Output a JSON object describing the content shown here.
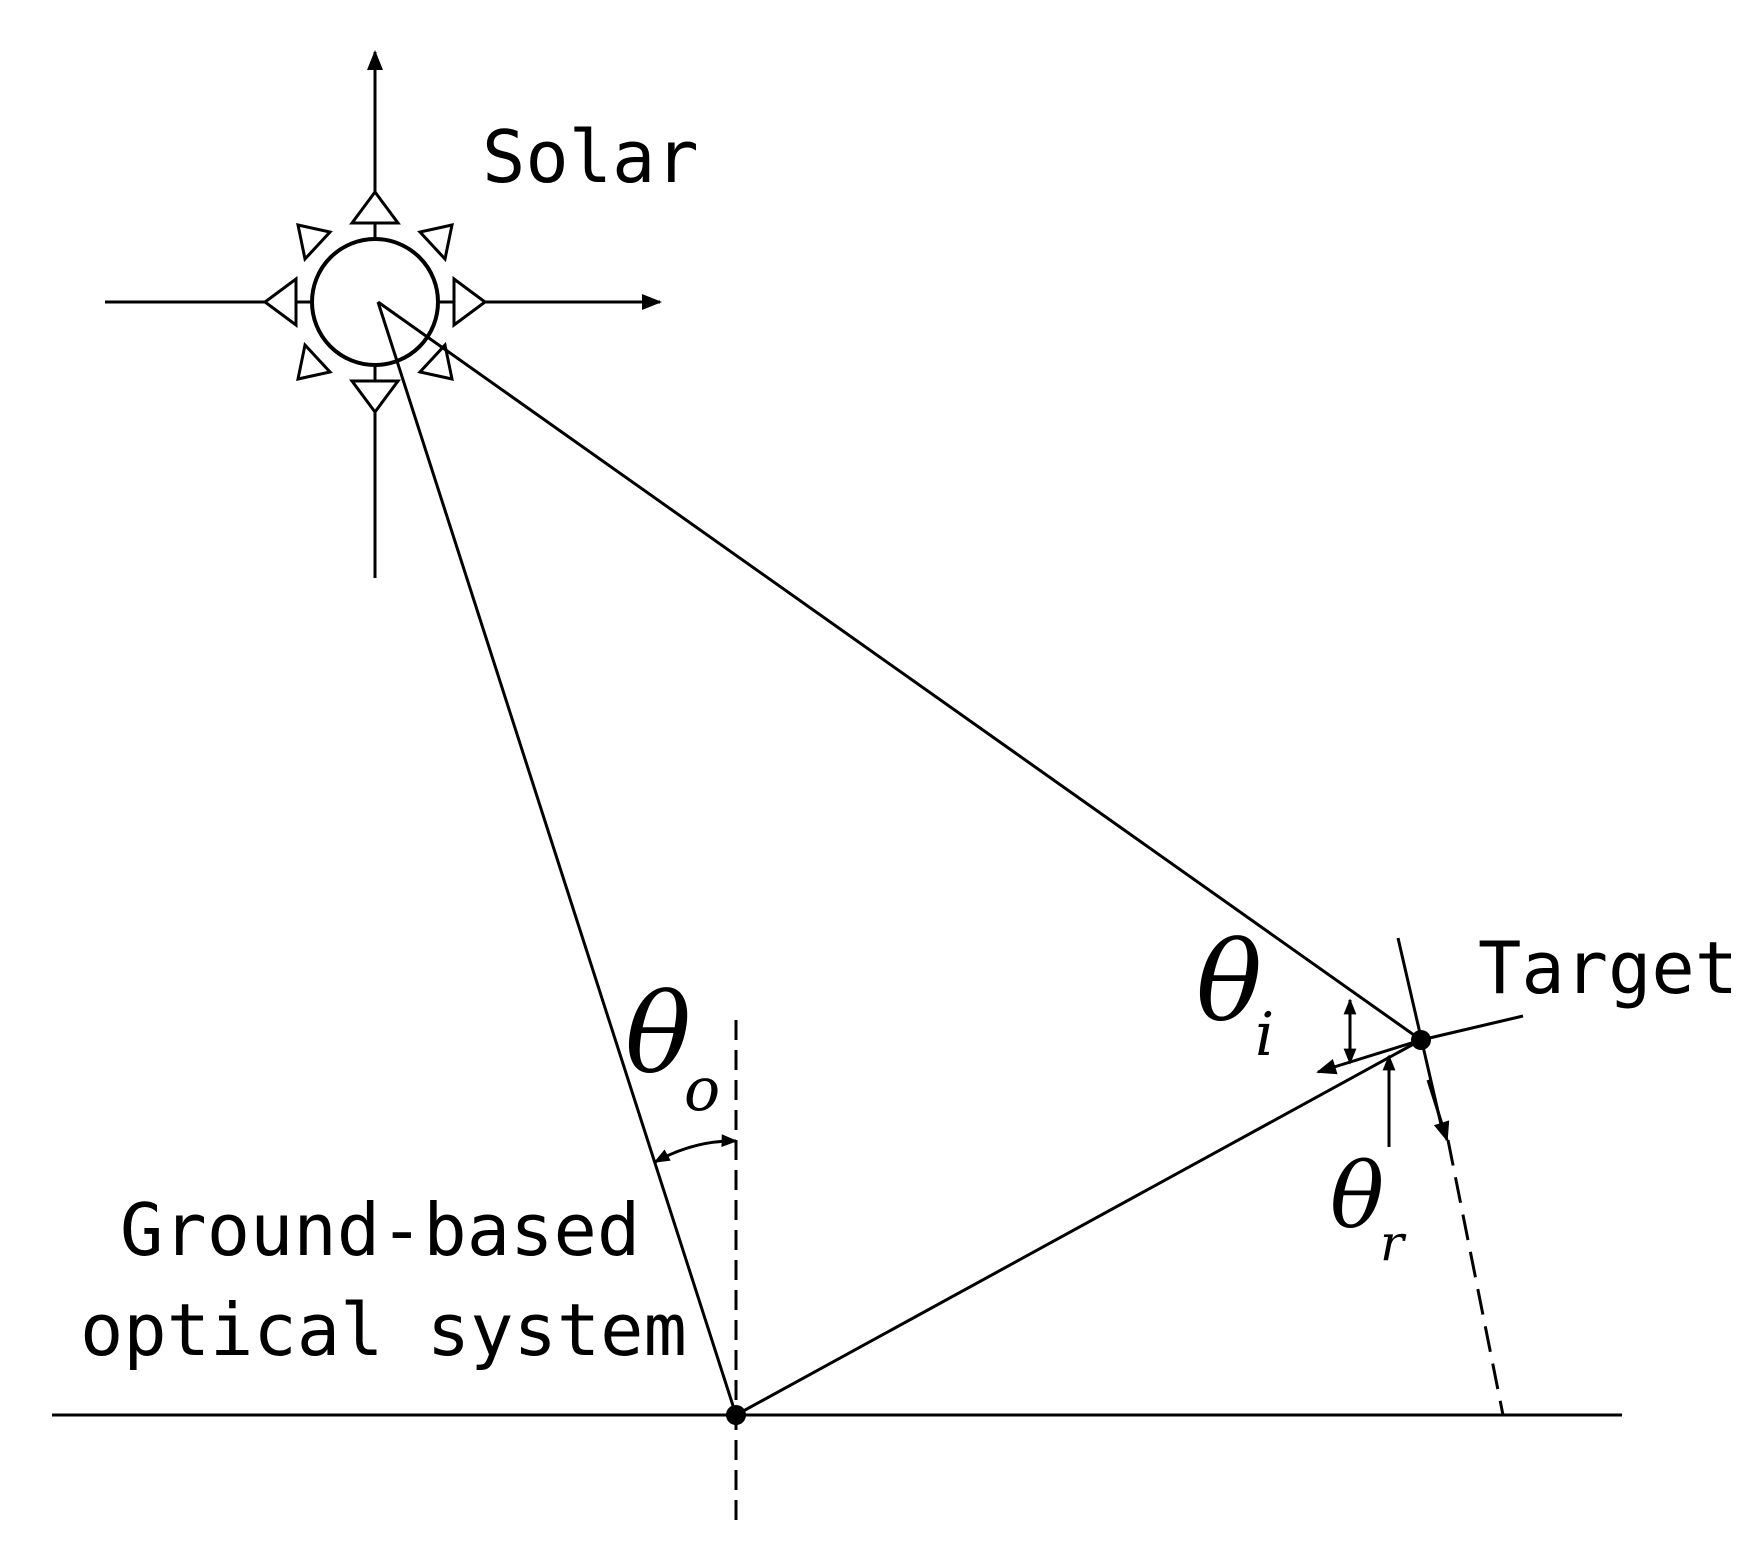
{
  "labels": {
    "solar": "Solar",
    "target": "Target",
    "ground_line1": "Ground-based",
    "ground_line2": "optical system"
  },
  "angles": {
    "theta": "θ",
    "theta_o_sub": "o",
    "theta_i_sub": "i",
    "theta_r_sub": "r"
  },
  "colors": {
    "line": "#000000",
    "background": "#ffffff"
  }
}
